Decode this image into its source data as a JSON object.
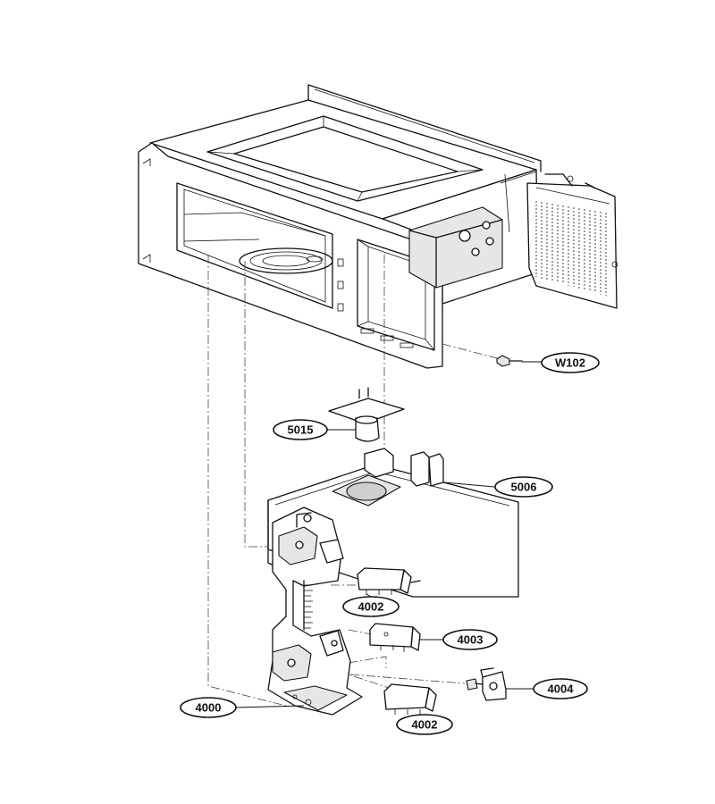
{
  "callouts": [
    {
      "id": "w102",
      "label": "W102"
    },
    {
      "id": "5015",
      "label": "5015"
    },
    {
      "id": "5006",
      "label": "5006"
    },
    {
      "id": "4002a",
      "label": "4002"
    },
    {
      "id": "4003",
      "label": "4003"
    },
    {
      "id": "4004",
      "label": "4004"
    },
    {
      "id": "4000",
      "label": "4000"
    },
    {
      "id": "4002b",
      "label": "4002"
    }
  ]
}
